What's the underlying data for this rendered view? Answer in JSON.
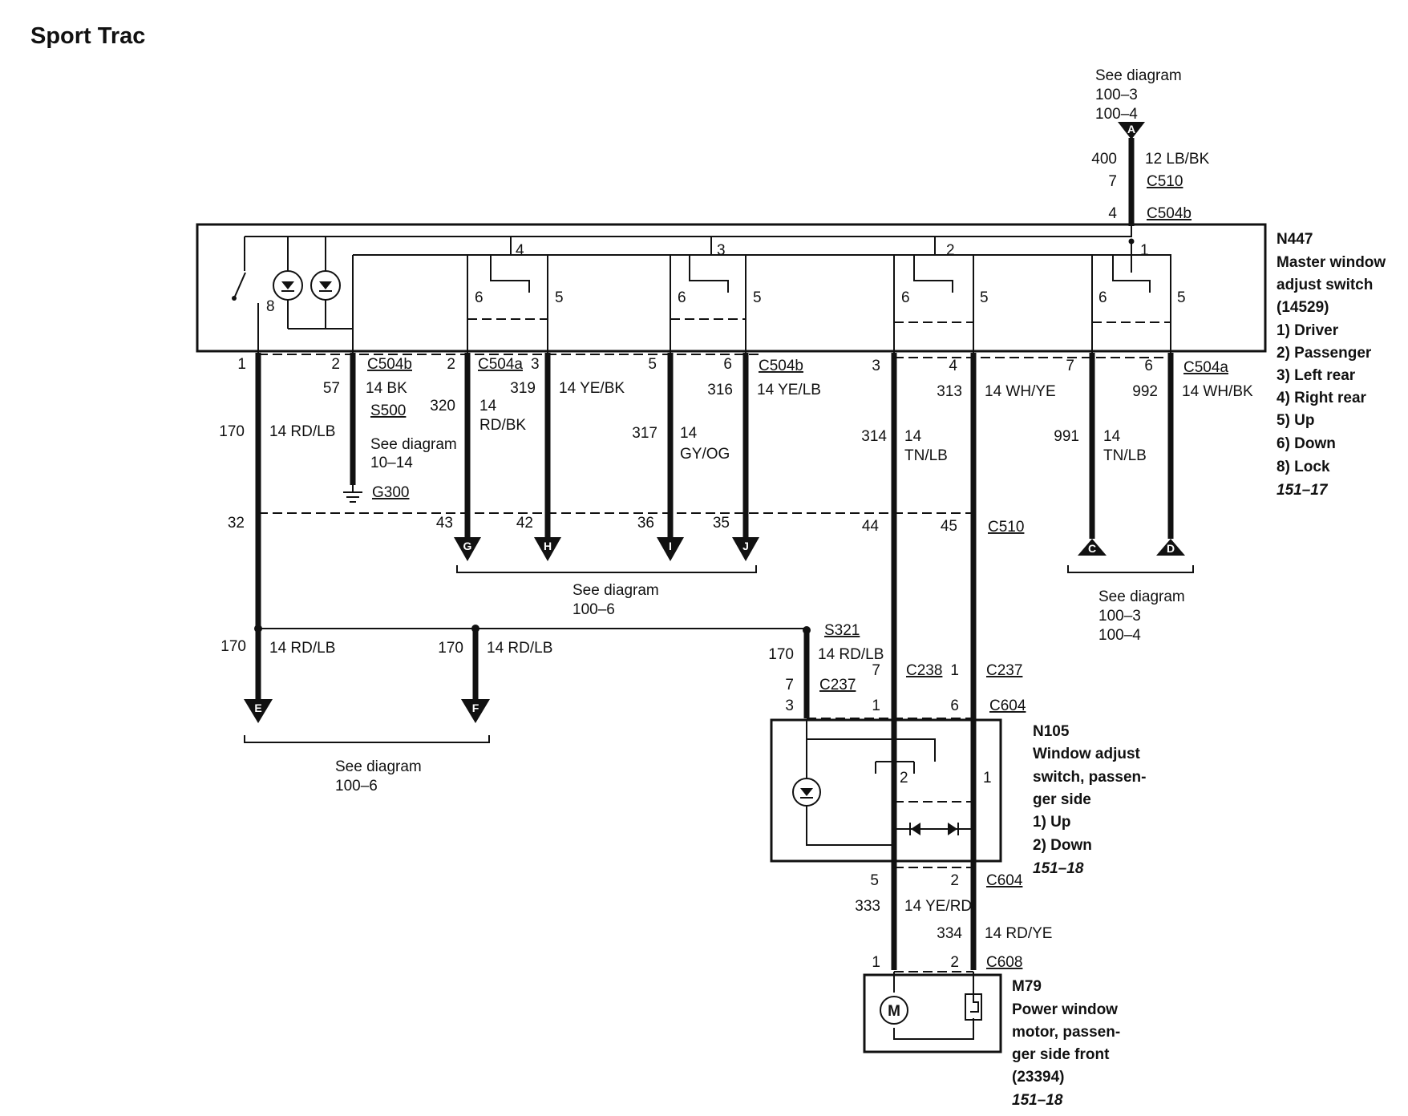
{
  "page_title": "Sport Trac",
  "top_ref": {
    "see": "See diagram",
    "l1": "100–3",
    "l2": "100–4",
    "connector_letter": "A"
  },
  "feed_labels": {
    "c400": "400",
    "wire": "12 LB/BK",
    "pin7": "7",
    "c510": "C510",
    "pin4": "4",
    "c504b": "C504b"
  },
  "master_switch": {
    "id": "N447",
    "name1": "Master window",
    "name2": "adjust switch",
    "part": "(14529)",
    "legend": [
      "1)   Driver",
      "2)   Passenger",
      "3)   Left rear",
      "4)   Right rear",
      "5)   Up",
      "6)   Down",
      "8)   Lock"
    ],
    "ref": "151–17",
    "internal": {
      "n4": "4",
      "n3": "3",
      "n2": "2",
      "n1": "1",
      "n8": "8",
      "s6": "6",
      "s5": "5"
    }
  },
  "wires": {
    "w1": {
      "pin": "1",
      "circuit": "170",
      "gauge": "14 RD/LB",
      "bottom_pin": "32"
    },
    "w2": {
      "pin": "2",
      "conn": "C504b",
      "circuit": "57",
      "gauge": "14 BK",
      "splice": "S500",
      "see": "See diagram",
      "ref": "10–14",
      "ground": "G300"
    },
    "w3": {
      "pin": "2",
      "conn": "C504a",
      "circuit": "320",
      "g1": "14",
      "g2": "RD/BK",
      "bottom_pin": "43",
      "letter": "G"
    },
    "w4": {
      "pin": "3",
      "circuit": "319",
      "gauge": "14 YE/BK",
      "bottom_pin": "42",
      "letter": "H"
    },
    "w5": {
      "pin": "5",
      "circuit": "317",
      "g1": "14",
      "g2": "GY/OG",
      "bottom_pin": "36",
      "letter": "I"
    },
    "w6": {
      "pin": "6",
      "conn": "C504b",
      "circuit": "316",
      "gauge": "14 YE/LB",
      "bottom_pin": "35",
      "letter": "J"
    },
    "w7": {
      "pin": "3",
      "circuit": "314",
      "g1": "14",
      "g2": "TN/LB",
      "bottom_pin": "44"
    },
    "w8": {
      "pin": "4",
      "circuit": "313",
      "gauge": "14 WH/YE",
      "bottom_pin": "45",
      "conn": "C510"
    },
    "w9": {
      "pin": "7",
      "circuit": "991",
      "g1": "14",
      "g2": "TN/LB",
      "letter": "C"
    },
    "w10": {
      "pin": "6",
      "conn": "C504a",
      "circuit": "992",
      "gauge": "14 WH/BK",
      "letter": "D"
    }
  },
  "refs": {
    "mid": {
      "see": "See diagram",
      "ref": "100–6"
    },
    "right": {
      "see": "See diagram",
      "l1": "100–3",
      "l2": "100–4"
    },
    "bottom": {
      "see": "See diagram",
      "ref": "100–6"
    }
  },
  "lower": {
    "e": {
      "circuit": "170",
      "gauge": "14 RD/LB",
      "letter": "E"
    },
    "f": {
      "circuit": "170",
      "gauge": "14 RD/LB",
      "letter": "F"
    },
    "s321": {
      "splice": "S321",
      "circuit": "170",
      "gauge": "14 RD/LB",
      "pin7": "7",
      "conn": "C237",
      "pin3": "3"
    },
    "w7": {
      "pin7": "7",
      "conn": "C238",
      "pin1": "1"
    },
    "w8": {
      "pin1": "1",
      "conn": "C237",
      "pin6": "6",
      "c604": "C604"
    }
  },
  "pass_switch": {
    "id": "N105",
    "lines": [
      "Window adjust",
      "switch, passen-",
      "ger side"
    ],
    "legend": [
      "1)   Up",
      "2)   Down"
    ],
    "ref": "151–18",
    "internal": {
      "s2": "2",
      "s1": "1"
    }
  },
  "motor_wires": {
    "a": {
      "pin": "5",
      "circuit": "333",
      "gauge": "14 YE/RD",
      "bottom_pin": "1"
    },
    "b": {
      "pin": "2",
      "conn": "C604",
      "circuit": "334",
      "gauge": "14 RD/YE",
      "bottom_pin": "2",
      "conn2": "C608"
    }
  },
  "motor": {
    "id": "M79",
    "lines": [
      "Power window",
      "motor, passen-",
      "ger side front",
      "(23394)"
    ],
    "ref": "151–18",
    "symbol": "M"
  }
}
